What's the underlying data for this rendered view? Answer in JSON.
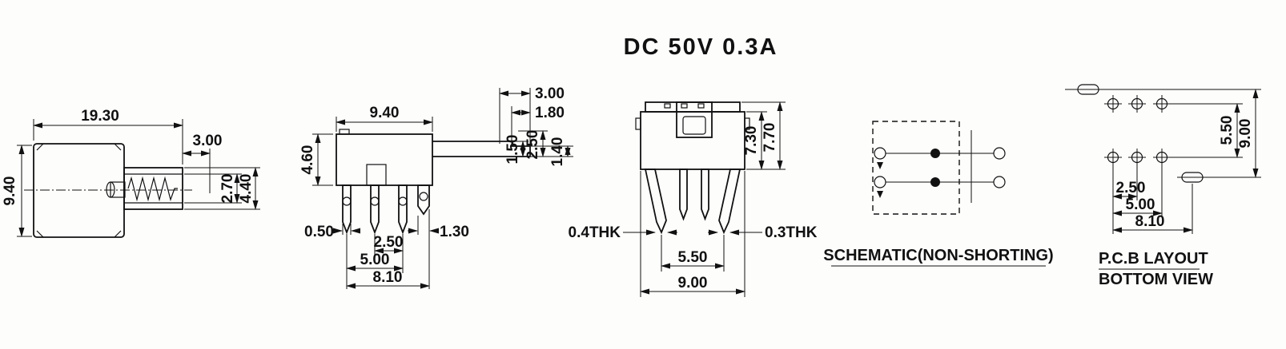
{
  "title": "DC  50V  0.3A",
  "side_view": {
    "overall_width": "19.30",
    "plunger_travel": "3.00",
    "body_height": "9.40",
    "plunger_height": "2.70",
    "flange_height": "4.40"
  },
  "front_view": {
    "body_width": "9.40",
    "body_height": "4.60",
    "tip_length": "3.00",
    "tip_step": "1.80",
    "lever_h1": "1.50",
    "lever_h2": "2.50",
    "lever_h3": "1.40",
    "pin_thk_left": "0.50",
    "pin_thk_right": "1.30",
    "pin_pitch": "2.50",
    "pin_span": "5.00",
    "pin_total": "8.10"
  },
  "end_view": {
    "body_h1": "7.30",
    "body_h2": "7.70",
    "thk_left": "0.4THK",
    "thk_right": "0.3THK",
    "pin_span": "5.50",
    "body_width": "9.00"
  },
  "schematic": {
    "label": "SCHEMATIC(NON-SHORTING)"
  },
  "pcb": {
    "row_pitch": "5.50",
    "col_height": "9.00",
    "hole_pitch": "2.50",
    "hole_span": "5.00",
    "hole_total": "8.10",
    "label_line1": "P.C.B LAYOUT",
    "label_line2": "BOTTOM VIEW"
  }
}
